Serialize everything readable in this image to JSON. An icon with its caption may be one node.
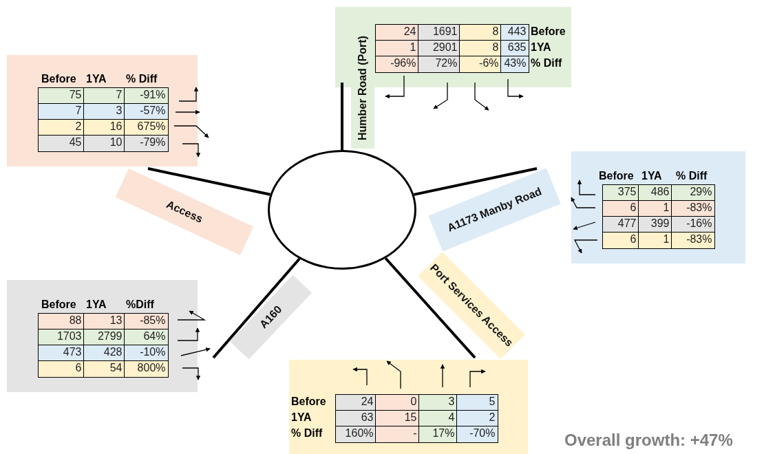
{
  "diagram": {
    "nodes": [
      {
        "text": [
          "Humber Road (Port)"
        ]
      },
      {
        "text": [
          "Access"
        ]
      },
      {
        "text": [
          "A1173 Manby Road"
        ]
      },
      {
        "text": [
          "A160"
        ]
      },
      {
        "text": [
          "Port Services Access"
        ]
      },
      {
        "text": [],
        "shape": "circle"
      }
    ],
    "edges": [
      {
        "from": 5,
        "to": 0,
        "arrow": "none"
      },
      {
        "from": 5,
        "to": 1,
        "arrow": "none"
      },
      {
        "from": 5,
        "to": 2,
        "arrow": "none"
      },
      {
        "from": 5,
        "to": 3,
        "arrow": "none"
      },
      {
        "from": 5,
        "to": 4,
        "arrow": "none"
      }
    ],
    "labels": [
      "24",
      "1691",
      "8",
      "443",
      "Before",
      "1",
      "2901",
      "8",
      "635",
      "1YA",
      "-96%",
      "72%",
      "-6%",
      "43%",
      "% Diff",
      "Before",
      "1YA",
      "% Diff",
      "75",
      "7",
      "-91%",
      "7",
      "3",
      "-57%",
      "2",
      "16",
      "675%",
      "45",
      "10",
      "-79%",
      "Before",
      "1YA",
      "% Diff",
      "375",
      "486",
      "29%",
      "6",
      "1",
      "-83%",
      "477",
      "399",
      "-16%",
      "6",
      "1",
      "-83%",
      "Before",
      "1YA",
      "%Diff",
      "88",
      "13",
      "-85%",
      "1703",
      "2799",
      "64%",
      "473",
      "428",
      "-10%",
      "6",
      "54",
      "800%",
      "Before",
      "24",
      "0",
      "3",
      "5",
      "1YA",
      "63",
      "15",
      "4",
      "2",
      "% Diff",
      "160%",
      "-",
      "17%",
      "-70%",
      "Overall growth: +47%"
    ]
  }
}
